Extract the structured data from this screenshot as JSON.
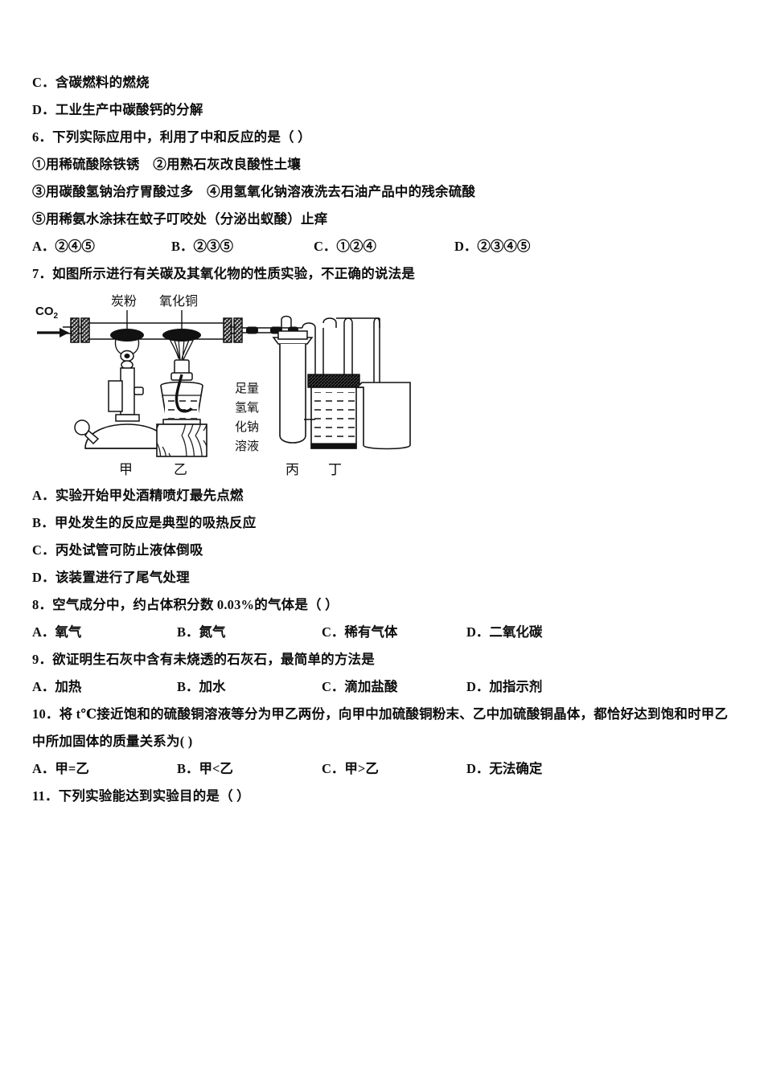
{
  "document": {
    "subject": "chemistry-exam-page",
    "language": "zh"
  },
  "items": [
    {
      "id": "q5-option-c",
      "label": "C．",
      "text": "含碳燃料的燃烧"
    },
    {
      "id": "q5-option-d",
      "label": "D．",
      "text": "工业生产中碳酸钙的分解"
    }
  ],
  "q6": {
    "number": "6．",
    "stem": "下列实际应用中，利用了中和反应的是（  ）",
    "statements": [
      "①用稀硫酸除铁锈　②用熟石灰改良酸性土壤",
      "③用碳酸氢钠治疗胃酸过多　④用氢氧化钠溶液洗去石油产品中的残余硫酸",
      "⑤用稀氨水涂抹在蚊子叮咬处（分泌出蚁酸）止痒"
    ],
    "options": [
      {
        "label": "A．",
        "text": "②④⑤"
      },
      {
        "label": "B．",
        "text": "②③⑤"
      },
      {
        "label": "C．",
        "text": "①②④"
      },
      {
        "label": "D．",
        "text": "②③④⑤"
      }
    ]
  },
  "q7": {
    "number": "7．",
    "stem": "如图所示进行有关碳及其氧化物的性质实验，不正确的说法是",
    "figure": {
      "inlet_gas": "CO",
      "inlet_gas_sub": "2",
      "callouts": [
        {
          "name": "carbon-powder",
          "text": "炭粉"
        },
        {
          "name": "copper-oxide",
          "text": "氧化铜"
        }
      ],
      "washing_bottle_label": "足量氢氧化钠溶液",
      "washing_bottle_label_cols": [
        "足量",
        "氢氧",
        "化钠",
        "溶液"
      ],
      "apparatus_labels": [
        {
          "name": "jia",
          "text": "甲"
        },
        {
          "name": "yi",
          "text": "乙"
        },
        {
          "name": "bing",
          "text": "丙"
        },
        {
          "name": "ding",
          "text": "丁"
        }
      ]
    },
    "options": [
      {
        "label": "A．",
        "text": "实验开始甲处酒精喷灯最先点燃"
      },
      {
        "label": "B．",
        "text": "甲处发生的反应是典型的吸热反应"
      },
      {
        "label": "C．",
        "text": "丙处试管可防止液体倒吸"
      },
      {
        "label": "D．",
        "text": "该装置进行了尾气处理"
      }
    ]
  },
  "q8": {
    "number": "8．",
    "stem": "空气成分中，约占体积分数 0.03%的气体是（ ）",
    "options": [
      {
        "label": "A．",
        "text": "氧气"
      },
      {
        "label": "B．",
        "text": "氮气"
      },
      {
        "label": "C．",
        "text": "稀有气体"
      },
      {
        "label": "D．",
        "text": "二氧化碳"
      }
    ]
  },
  "q9": {
    "number": "9．",
    "stem": "欲证明生石灰中含有未烧透的石灰石，最简单的方法是",
    "options": [
      {
        "label": "A．",
        "text": "加热"
      },
      {
        "label": "B．",
        "text": "加水"
      },
      {
        "label": "C．",
        "text": "滴加盐酸"
      },
      {
        "label": "D．",
        "text": "加指示剂"
      }
    ]
  },
  "q10": {
    "number": "10．",
    "stem_line1": "将 t℃接近饱和的硫酸铜溶液等分为甲乙两份，向甲中加硫酸铜粉末、乙中加硫酸铜晶体，都恰好达到饱和时甲乙",
    "stem_line2": "中所加固体的质量关系为( )",
    "options": [
      {
        "label": "A．",
        "text": "甲=乙"
      },
      {
        "label": "B．",
        "text": "甲<乙"
      },
      {
        "label": "C．",
        "text": "甲>乙"
      },
      {
        "label": "D．",
        "text": "无法确定"
      }
    ]
  },
  "q11": {
    "number": "11．",
    "stem": "下列实验能达到实验目的是（    ）"
  },
  "colors": {
    "ink": "#0d0d0d",
    "line": "#1a1a1a",
    "fill_dark": "#111111"
  }
}
